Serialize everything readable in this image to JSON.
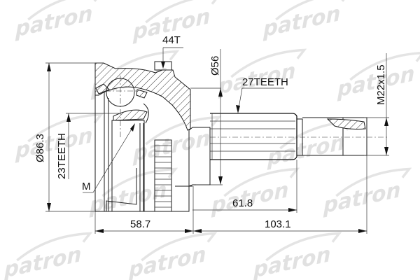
{
  "brand": {
    "watermark": "patron",
    "watermark_color": "#e1e1e1"
  },
  "drawing": {
    "title": "CV joint outer (drive shaft joint) technical drawing",
    "labels": {
      "abs_ring_teeth": "44T",
      "seal_diameter": "Ø56",
      "shaft_spline": "27TEETH",
      "thread": "M22x1.5",
      "outer_diameter": "Ø86.3",
      "inner_spline": "23TEETH",
      "ring_marker": "M",
      "length_body": "58.7",
      "length_spline": "61.8",
      "length_shaft": "103.1"
    },
    "line_color": "#1a1a1a"
  }
}
